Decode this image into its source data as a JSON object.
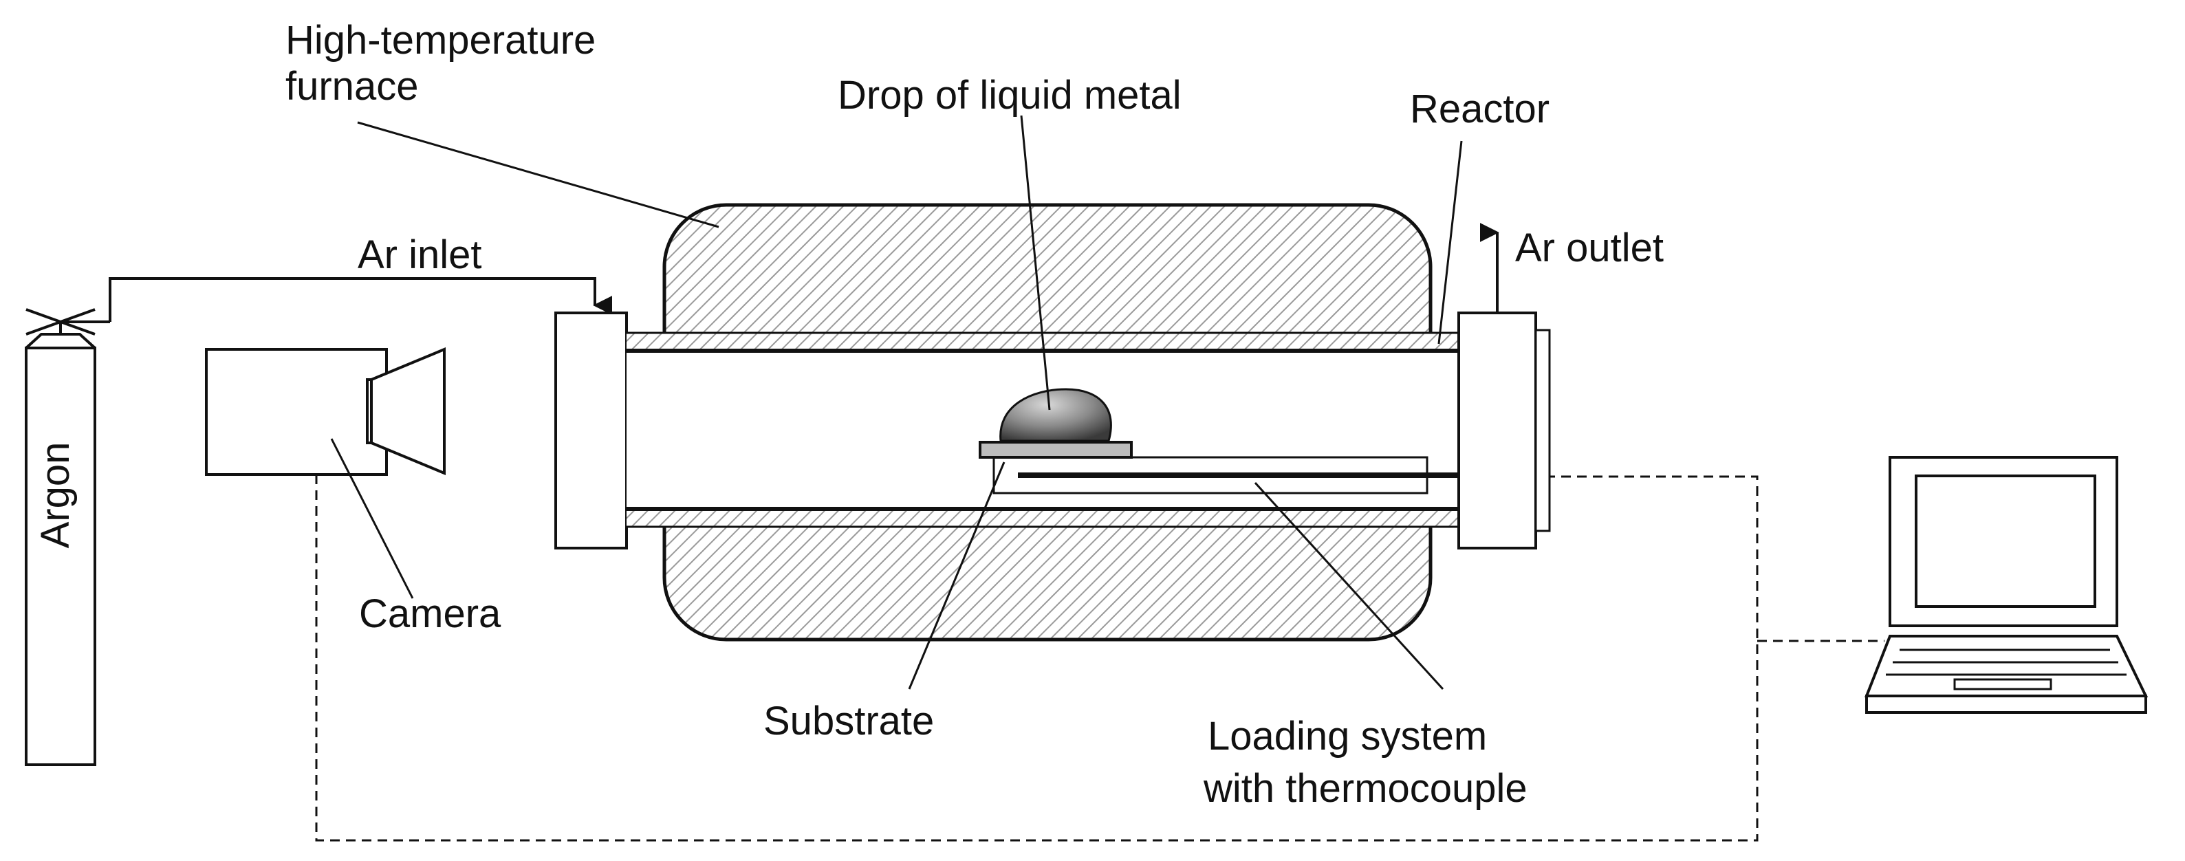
{
  "labels": {
    "furnace_line1": "High-temperature",
    "furnace_line2": "furnace",
    "drop": "Drop of liquid metal",
    "reactor": "Reactor",
    "ar_inlet": "Ar inlet",
    "ar_outlet": "Ar outlet",
    "argon": "Argon",
    "camera": "Camera",
    "substrate": "Substrate",
    "loading_line1": "Loading system",
    "loading_line2": "with thermocouple"
  },
  "colors": {
    "line": "#111111",
    "hatch": "#9a9a9a",
    "drop_light": "#d8d8d8",
    "drop_dark": "#3a3a3a",
    "substrate": "#bdbdbd"
  }
}
